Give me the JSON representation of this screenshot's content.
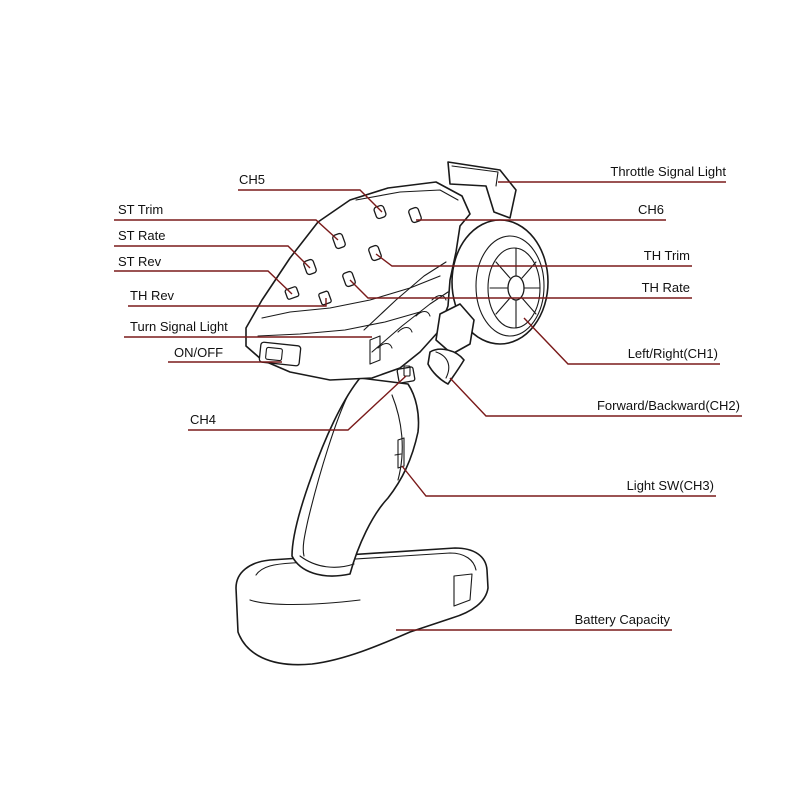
{
  "labels": {
    "ch5": "CH5",
    "st_trim": "ST Trim",
    "st_rate": "ST Rate",
    "st_rev": "ST Rev",
    "th_rev": "TH Rev",
    "turn_signal_light": "Turn Signal Light",
    "on_off": "ON/OFF",
    "ch4": "CH4",
    "throttle_signal_light": "Throttle Signal Light",
    "ch6": "CH6",
    "th_trim": "TH Trim",
    "th_rate": "TH Rate",
    "left_right": "Left/Right(CH1)",
    "forward_backward": "Forward/Backward(CH2)",
    "light_sw": "Light SW(CH3)",
    "battery_capacity": "Battery Capacity"
  },
  "colors": {
    "leader_line": "#7a1a1a",
    "outline": "#1a1a1a",
    "background": "#ffffff"
  }
}
